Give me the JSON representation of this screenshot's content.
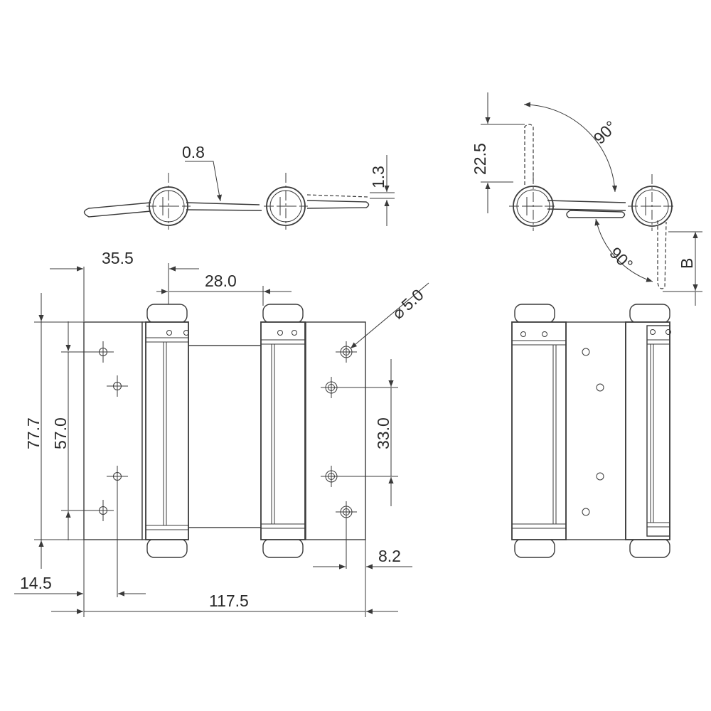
{
  "dimensions": {
    "thickness": "0.8",
    "offset": "1.3",
    "door_thickness": "22.5",
    "angle_top": "90°",
    "angle_bottom": "90°",
    "variable_b": "B",
    "left_offset": "35.5",
    "knuckle_spacing": "28.0",
    "hole_diameter": "5.0",
    "total_height": "77.7",
    "hole_span_left": "57.0",
    "hole_span_right": "33.0",
    "right_edge_offset": "8.2",
    "left_hole_offset": "14.5",
    "total_width": "117.5"
  },
  "symbols": {
    "diameter": "⌀"
  }
}
